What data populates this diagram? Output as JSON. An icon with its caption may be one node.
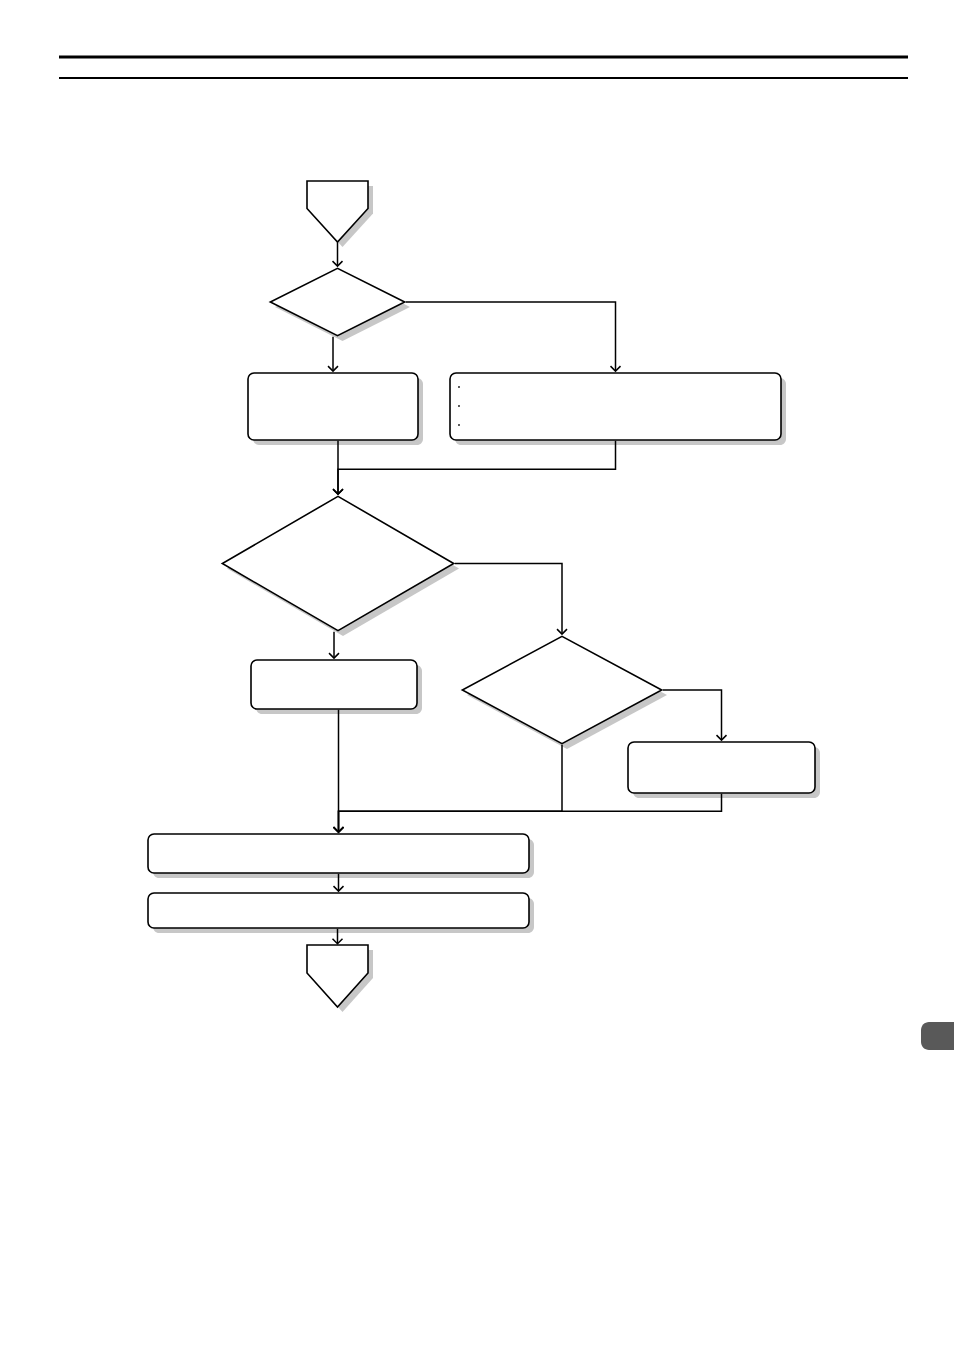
{
  "diagram": {
    "nodes": [
      {
        "text": [],
        "shape": "pentagon"
      },
      {
        "text": [],
        "shape": "diamond"
      },
      {
        "text": [],
        "shape": "box"
      },
      {
        "text": [],
        "shape": "box"
      },
      {
        "text": [],
        "shape": "diamond"
      },
      {
        "text": [],
        "shape": "box"
      },
      {
        "text": [],
        "shape": "diamond"
      },
      {
        "text": [],
        "shape": "box"
      },
      {
        "text": [],
        "shape": "box"
      },
      {
        "text": [],
        "shape": "box"
      },
      {
        "text": [],
        "shape": "pentagon"
      }
    ],
    "edges": [
      {
        "from": 0,
        "to": 1,
        "arrow": "to"
      },
      {
        "from": 1,
        "to": 2,
        "arrow": "to"
      },
      {
        "from": 1,
        "to": 3,
        "arrow": "to"
      },
      {
        "from": 2,
        "to": 4,
        "arrow": "to"
      },
      {
        "from": 3,
        "to": 4,
        "arrow": "to"
      },
      {
        "from": 4,
        "to": 5,
        "arrow": "to"
      },
      {
        "from": 4,
        "to": 6,
        "arrow": "to"
      },
      {
        "from": 6,
        "to": 7,
        "arrow": "to"
      },
      {
        "from": 5,
        "to": 8,
        "arrow": "to"
      },
      {
        "from": 6,
        "to": 8,
        "arrow": "to"
      },
      {
        "from": 7,
        "to": 8,
        "arrow": "to"
      },
      {
        "from": 8,
        "to": 9,
        "arrow": "to"
      },
      {
        "from": 9,
        "to": 10,
        "arrow": "to"
      }
    ]
  }
}
